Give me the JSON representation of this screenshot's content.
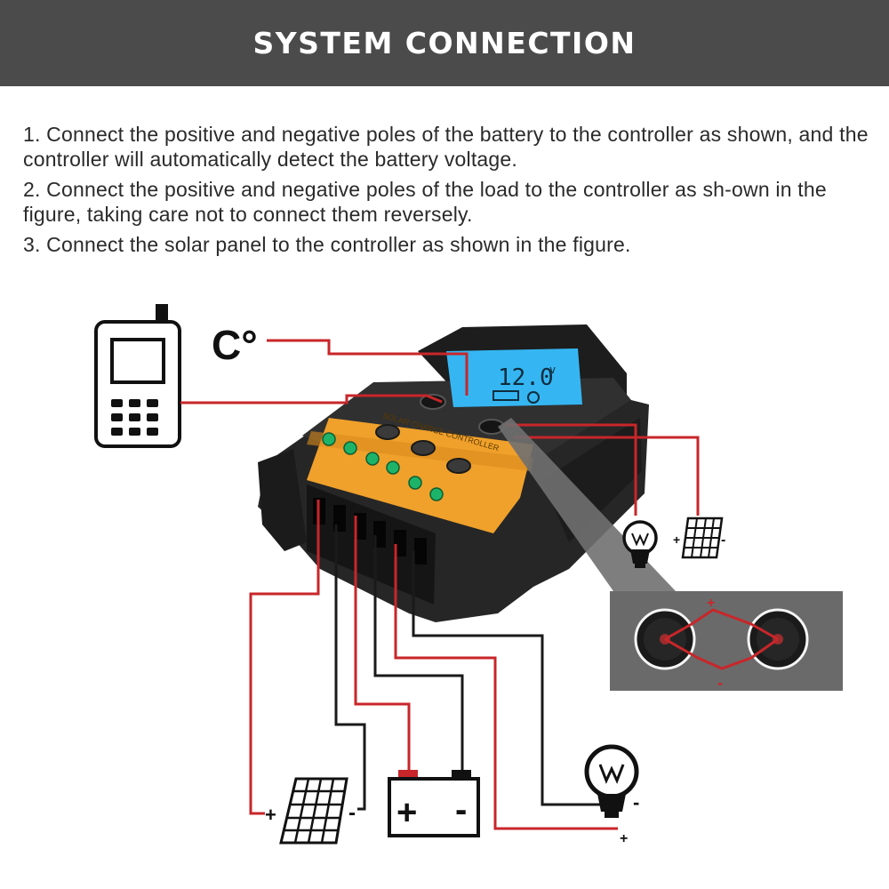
{
  "header": {
    "title": "SYSTEM CONNECTION"
  },
  "instructions": [
    "1. Connect the positive and negative poles of the battery to the controller as shown, and the controller will automatically detect the battery voltage.",
    "2. Connect the positive and negative poles of the load to the controller as sh-own in the figure, taking care not to connect them reversely.",
    "3. Connect the solar panel to the controller as shown in the figure."
  ],
  "diagram": {
    "temperature_label": "C°",
    "lcd_reading": "12.0",
    "lcd_unit": "v",
    "controller_label": "SOLAR CHARGE CONTROLLER",
    "terminal_plus": "+",
    "terminal_minus": "-",
    "colors": {
      "wire_red": "#c8262a",
      "wire_black": "#1a1a1a",
      "lcd_blue": "#35b6f2",
      "accent_orange": "#f0a12b",
      "header_bg": "#4b4b4b"
    },
    "icons": [
      "phone-icon",
      "temperature-icon",
      "bulb-icon",
      "solar-panel-icon",
      "battery-icon"
    ]
  }
}
